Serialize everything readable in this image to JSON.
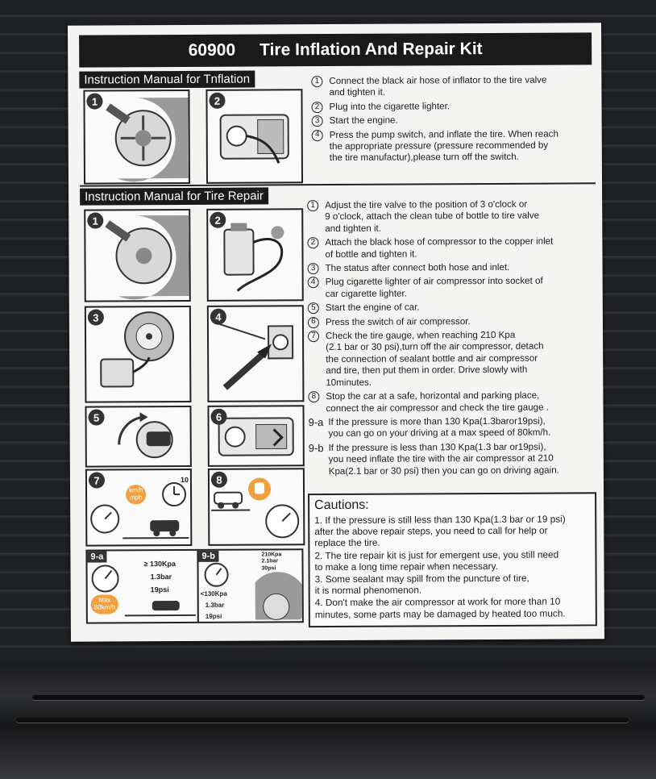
{
  "title": {
    "model": "60900",
    "name": "Tire Inflation And Repair Kit"
  },
  "inflation": {
    "heading": "Instruction Manual for Tnflation",
    "panels": [
      {
        "num": "1"
      },
      {
        "num": "2"
      }
    ],
    "steps": [
      {
        "num": "1",
        "text": "Connect the black air hose of inflator to the tire valve\nand tighten it."
      },
      {
        "num": "2",
        "text": "Plug into the cigarette lighter."
      },
      {
        "num": "3",
        "text": "Start the engine."
      },
      {
        "num": "4",
        "text": "Press the pump switch, and inflate the tire. When reach\nthe appropriate pressure (pressure recommended by\nthe tire manufactur),please turn off the switch."
      }
    ]
  },
  "repair": {
    "heading": "Instruction Manual for Tire Repair",
    "panels": [
      {
        "num": "1"
      },
      {
        "num": "2"
      },
      {
        "num": "3"
      },
      {
        "num": "4"
      },
      {
        "num": "5"
      },
      {
        "num": "6"
      },
      {
        "num": "7"
      },
      {
        "num": "8"
      },
      {
        "num": "9-a"
      },
      {
        "num": "9-b"
      }
    ],
    "panel_labels": {
      "p7_unit": "km/h\nmph",
      "p7_ten": "10",
      "p9a_lines": [
        "≥ 130Kpa",
        "1.3bar",
        "19psi"
      ],
      "p9a_max": "Max\n80km/h",
      "p9b_top": "210Kpa\n2.1bar\n30psi",
      "p9b_lines": [
        "<130Kpa",
        "1.3bar",
        "19psi"
      ]
    },
    "steps": [
      {
        "num": "1",
        "text": "Adjust the tire valve to the position of 3 o'clock or\n9 o'clock, attach the clean tube of bottle to tire valve\nand tighten it."
      },
      {
        "num": "2",
        "text": "Attach the black hose of compressor to the copper inlet\nof bottle and tighten it."
      },
      {
        "num": "3",
        "text": "The status after connect both hose and inlet."
      },
      {
        "num": "4",
        "text": "Plug cigarette lighter of air compressor into socket of\ncar cigarette lighter."
      },
      {
        "num": "5",
        "text": "Start the engine of car."
      },
      {
        "num": "6",
        "text": "Press the switch of air compressor."
      },
      {
        "num": "7",
        "text": "Check the tire gauge, when reaching 210 Kpa\n(2.1 bar or 30 psi),turn off the air compressor, detach\nthe connection of  sealant bottle and air compressor\nand tire, then put them in order. Drive slowly with\n10minutes."
      },
      {
        "num": "8",
        "text": "Stop the car at a safe, horizontal and  parking place,\nconnect the air compressor and check the tire gauge ."
      },
      {
        "num": "9-a",
        "text": "If the pressure is more than 130 Kpa(1.3baror19psi),\nyou can go on your driving at a max speed of 80km/h."
      },
      {
        "num": "9-b",
        "text": "If the pressure is less than 130 Kpa(1.3 bar or19psi),\nyou need inflate the tire with the air compressor at 210\nKpa(2.1 bar or 30 psi) then you can go on driving again."
      }
    ]
  },
  "cautions": {
    "heading": "Cautions:",
    "items": [
      "1. If the pressure is still less than 130 Kpa(1.3 bar or 19 psi)\n     after the above repair steps, you need to call for help or\n     replace the tire.",
      "2. The tire repair kit is just for emergent use, you still need\n     to make a long time repair when necessary.",
      "3. Some sealant may spill from the puncture of tire,\n     it is normal phenomenon.",
      "4. Don't make the air compressor at work for more than 10\n    minutes, some parts may be damaged by heated too much."
    ]
  },
  "colors": {
    "label_bg": "#f4f4f2",
    "ink": "#1a1a1a",
    "accent_orange": "#f0a040",
    "case": "#1f2023"
  }
}
